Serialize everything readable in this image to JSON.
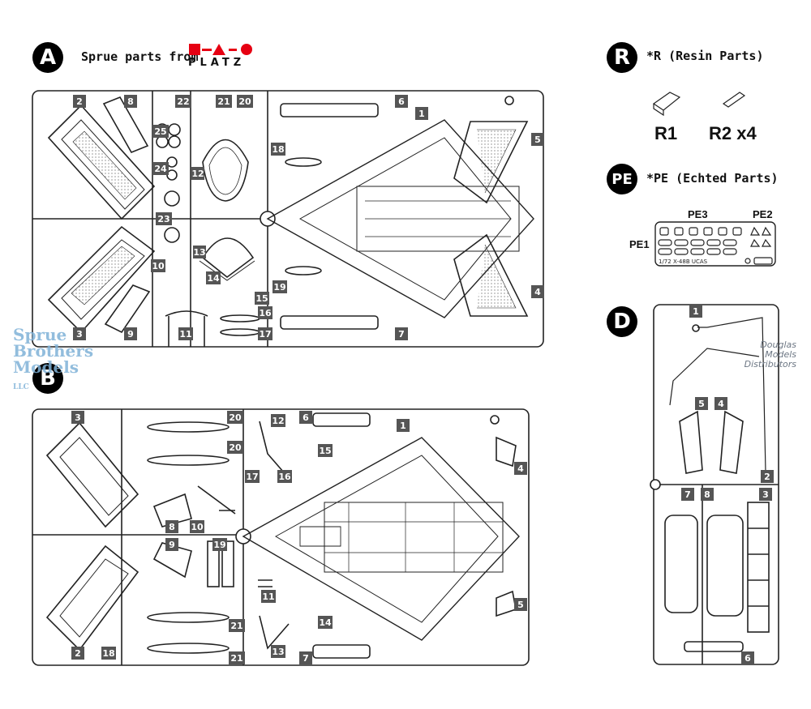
{
  "sections": {
    "a": {
      "letter": "A",
      "title": "Sprue parts from",
      "brand": "PLATZ"
    },
    "b": {
      "letter": "B"
    },
    "r": {
      "letter": "R",
      "title": "*R (Resin Parts)",
      "parts": [
        "R1",
        "R2 x4"
      ]
    },
    "pe": {
      "letter": "PE",
      "title": "*PE (Echted Parts)",
      "labels": [
        "PE3",
        "PE2",
        "PE1"
      ],
      "sheet_text": "1/72 X-48B UCAS"
    },
    "d": {
      "letter": "D"
    }
  },
  "watermarks": {
    "sb": [
      "Sprue",
      "Brothers",
      "Models"
    ],
    "sb_suffix": "LLC",
    "dmd": [
      "Douglas",
      "Models",
      "Distributors"
    ]
  },
  "colors": {
    "badge": "#000000",
    "part_label": "#555555",
    "frame": "#222222",
    "platz_red": "#e60012",
    "wm_blue": "#7fb2d8"
  }
}
